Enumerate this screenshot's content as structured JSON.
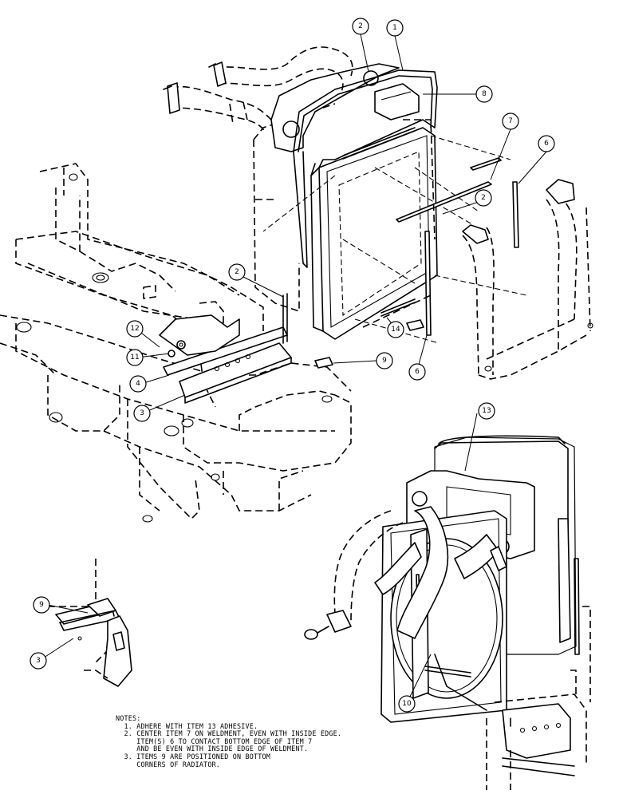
{
  "callouts": [
    {
      "id": "c1",
      "label": "1"
    },
    {
      "id": "c2",
      "label": "2"
    },
    {
      "id": "c3",
      "label": "8"
    },
    {
      "id": "c4",
      "label": "7"
    },
    {
      "id": "c5",
      "label": "6"
    },
    {
      "id": "c6",
      "label": "2"
    },
    {
      "id": "c7",
      "label": "2"
    },
    {
      "id": "c8",
      "label": "12"
    },
    {
      "id": "c9",
      "label": "11"
    },
    {
      "id": "c10",
      "label": "4"
    },
    {
      "id": "c11",
      "label": "3"
    },
    {
      "id": "c12",
      "label": "14"
    },
    {
      "id": "c13",
      "label": "9"
    },
    {
      "id": "c14",
      "label": "6"
    },
    {
      "id": "c15",
      "label": "13"
    },
    {
      "id": "c16",
      "label": "9"
    },
    {
      "id": "c17",
      "label": "3"
    },
    {
      "id": "c18",
      "label": "10"
    }
  ],
  "notes": {
    "heading": "NOTES:",
    "lines": [
      "  1. ADHERE WITH ITEM 13 ADHESIVE.",
      "  2. CENTER ITEM 7 ON WELDMENT, EVEN WITH INSIDE EDGE.",
      "     ITEM(S) 6 TO CONTACT BOTTOM EDGE OF ITEM 7",
      "     AND BE EVEN WITH INSIDE EDGE OF WELDMENT.",
      "  3. ITEMS 9 ARE POSITIONED ON BOTTOM",
      "     CORNERS OF RADIATOR."
    ]
  }
}
